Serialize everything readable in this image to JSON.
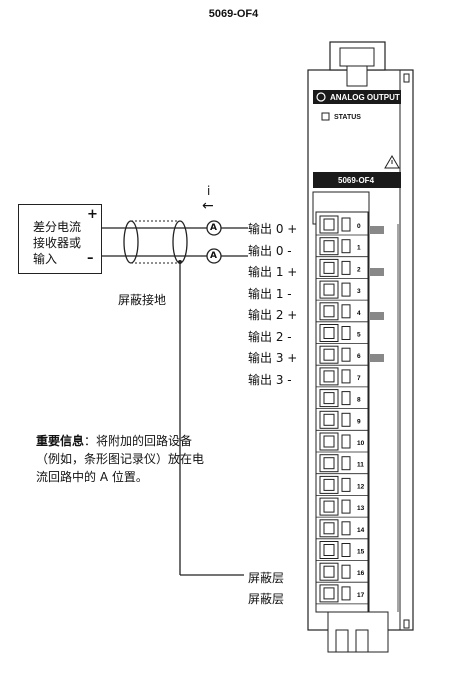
{
  "title": "5069-OF4",
  "receiver": {
    "line1": "差分电流",
    "line2": "接收器或",
    "line3": "输入",
    "plus": "+",
    "minus": "–"
  },
  "current": {
    "label": "i",
    "arrow": "←"
  },
  "ammeter_label": "A",
  "shield_ground": "屏蔽接地",
  "terminals": [
    "输出 0 +",
    "输出 0 -",
    "输出 1 +",
    "输出 1 -",
    "输出 2 +",
    "输出 2 -",
    "输出 3 +",
    "输出 3 -"
  ],
  "shield_layers": [
    "屏蔽层",
    "屏蔽层"
  ],
  "note": {
    "bold": "重要信息",
    "text": "：将附加的回路设备（例如，条形图记录仪）放在电流回路中的 A 位置。"
  },
  "module": {
    "header": "ANALOG OUTPUT",
    "status": "STATUS",
    "catalog": "5069-OF4",
    "pins": [
      "0",
      "1",
      "2",
      "3",
      "4",
      "5",
      "6",
      "7",
      "8",
      "9",
      "10",
      "11",
      "12",
      "13",
      "14",
      "15",
      "16",
      "17"
    ]
  }
}
